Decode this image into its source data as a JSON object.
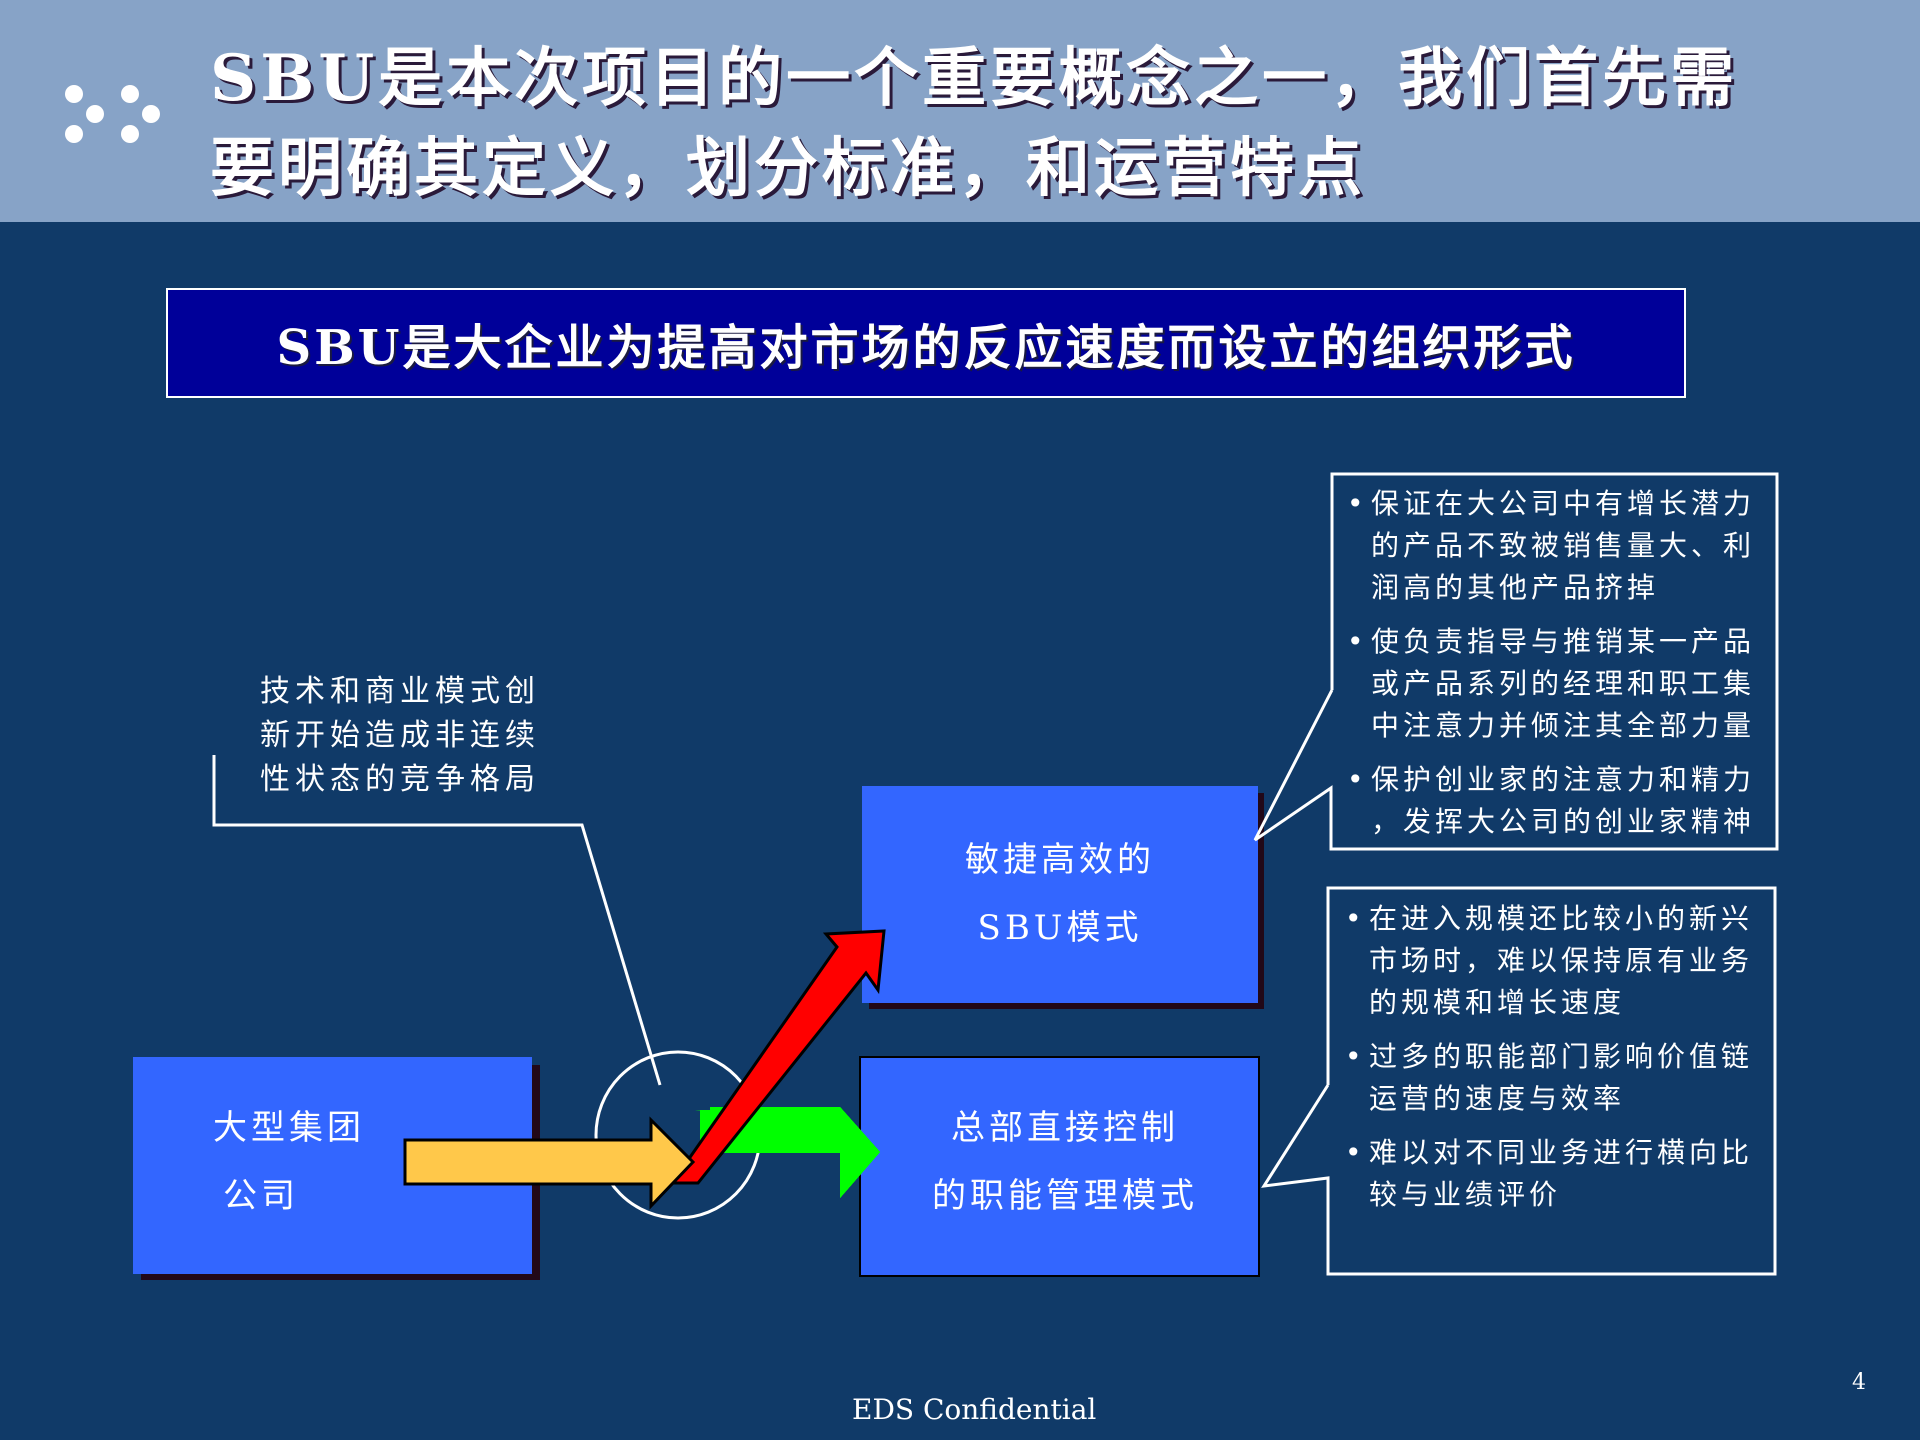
{
  "header": {
    "title_line1": "SBU是本次项目的一个重要概念之一，我们首先需",
    "title_line2": "要明确其定义，划分标准，和运营特点",
    "decor_icon": "six-dots-icon"
  },
  "definition": {
    "text": "SBU是大企业为提高对市场的反应速度而设立的组织形式"
  },
  "diagram": {
    "note": {
      "lines": [
        "技术和商业模式创",
        "新开始造成非连续",
        "性状态的竞争格局"
      ]
    },
    "source_box": {
      "lines": [
        "大型集团",
        "公司"
      ]
    },
    "sbu_box": {
      "lines": [
        "敏捷高效的",
        "SBU模式"
      ]
    },
    "functional_box": {
      "lines": [
        "总部直接控制",
        "的职能管理模式"
      ]
    },
    "colors": {
      "background": "#103A68",
      "header": "#87A3C7",
      "definition_box": "#000099",
      "boxes": "#3366FF",
      "arrow_in": "#FFC84A",
      "arrow_sbu": "#FF0000",
      "arrow_functional": "#00FF00"
    },
    "sbu_callout": {
      "bullet": "•",
      "items": [
        [
          "保证在大公司中有增长潜力",
          "的产品不致被销售量大、利",
          "润高的其他产品挤掉"
        ],
        [
          "使负责指导与推销某一产品",
          "或产品系列的经理和职工集",
          "中注意力并倾注其全部力量"
        ],
        [
          "保护创业家的注意力和精力",
          "，发挥大公司的创业家精神"
        ]
      ]
    },
    "functional_callout": {
      "bullet": "•",
      "items": [
        [
          "在进入规模还比较小的新兴",
          "市场时，难以保持原有业务",
          "的规模和增长速度"
        ],
        [
          "过多的职能部门影响价值链",
          "运营的速度与效率"
        ],
        [
          "难以对不同业务进行横向比",
          "较与业绩评价"
        ]
      ]
    }
  },
  "footer": {
    "confidential": "EDS Confidential",
    "page_number": "4"
  }
}
